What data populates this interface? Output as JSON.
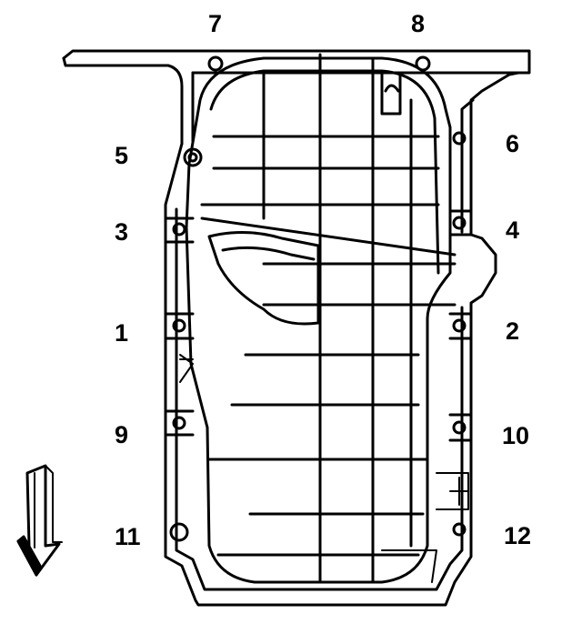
{
  "bolt_labels": {
    "b1": "1",
    "b2": "2",
    "b3": "3",
    "b4": "4",
    "b5": "5",
    "b6": "6",
    "b7": "7",
    "b8": "8",
    "b9": "9",
    "b10": "10",
    "b11": "11",
    "b12": "12"
  },
  "colors": {
    "line": "#000000",
    "background": "#ffffff"
  }
}
